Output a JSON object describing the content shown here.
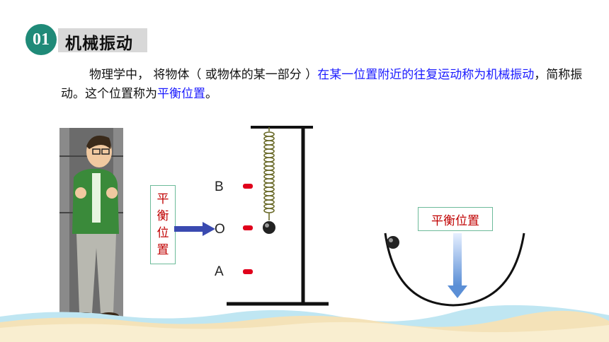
{
  "header": {
    "badge": "01",
    "title": "机械振动"
  },
  "paragraph": {
    "part1": "物理学中， 将物体（ 或物体的某一部分 ）",
    "part2": "在某一位置附近的往复运动称为机械振动",
    "part3": "，简称振动。这个位置称为",
    "part4": "平衡位置",
    "part5": "。"
  },
  "labels": {
    "vertical": [
      "平",
      "衡",
      "位",
      "置"
    ],
    "bowl": "平衡位置"
  },
  "points": {
    "b": "B",
    "o": "O",
    "a": "A"
  },
  "colors": {
    "badge": "#1f8a78",
    "highlight_text": "#1a1aff",
    "label_text": "#c00000",
    "marker": "#e0001b",
    "arrow": "#3a4ab0"
  }
}
